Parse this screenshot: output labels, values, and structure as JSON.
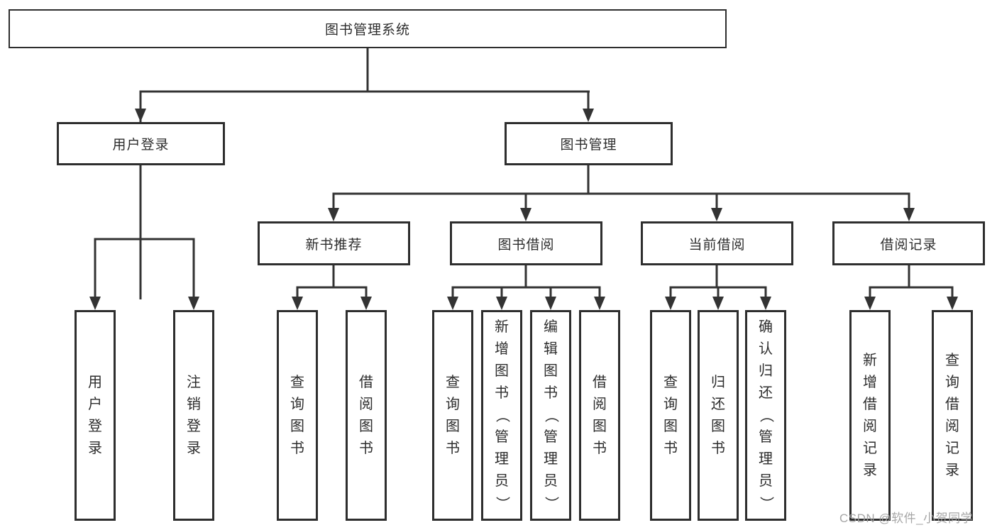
{
  "diagram": {
    "title": "图书管理系统",
    "branches": [
      {
        "label": "用户登录",
        "leaves": [
          "用户登录",
          "注销登录"
        ]
      },
      {
        "label": "图书管理",
        "sections": [
          {
            "label": "新书推荐",
            "leaves": [
              "查询图书",
              "借阅图书"
            ]
          },
          {
            "label": "图书借阅",
            "leaves": [
              "查询图书",
              "新增图书（管理员）",
              "编辑图书（管理员）",
              "借阅图书"
            ]
          },
          {
            "label": "当前借阅",
            "leaves": [
              "查询图书",
              "归还图书",
              "确认归还（管理员）"
            ]
          },
          {
            "label": "借阅记录",
            "leaves": [
              "新增借阅记录",
              "查询借阅记录"
            ]
          }
        ]
      }
    ]
  },
  "watermark": {
    "text": "CSDN @软件_小贺同学"
  },
  "colors": {
    "line": "#333333",
    "box_border": "#2e2e2e",
    "text": "#2d2d2d",
    "watermark": "#9e9e9e",
    "background": "#ffffff"
  }
}
